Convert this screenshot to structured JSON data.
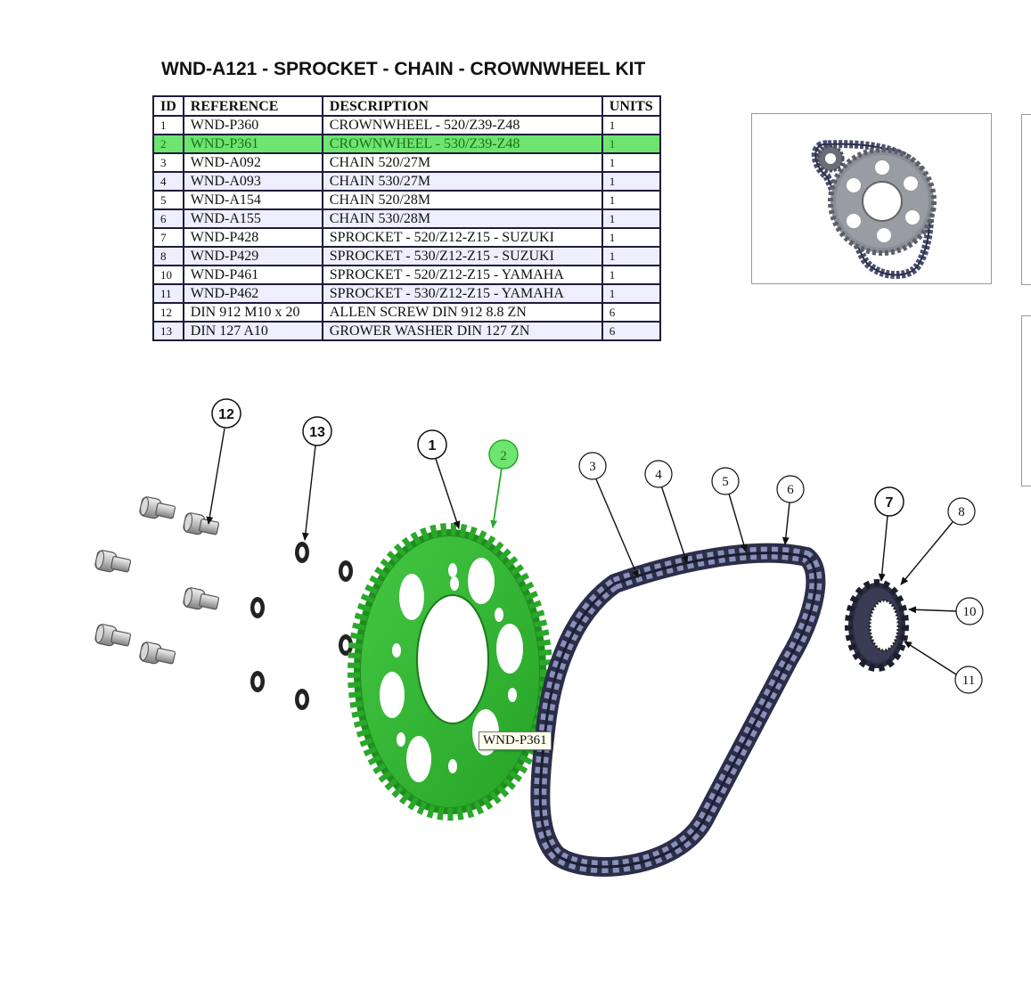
{
  "title": "WND-A121 - SPROCKET - CHAIN - CROWNWHEEL KIT",
  "table": {
    "headers": {
      "id": "ID",
      "reference": "REFERENCE",
      "description": "DESCRIPTION",
      "units": "UNITS"
    },
    "rows": [
      {
        "id": "1",
        "reference": "WND-P360",
        "description": "CROWNWHEEL - 520/Z39-Z48",
        "units": "1"
      },
      {
        "id": "2",
        "reference": "WND-P361",
        "description": "CROWNWHEEL - 530/Z39-Z48",
        "units": "1"
      },
      {
        "id": "3",
        "reference": "WND-A092",
        "description": "CHAIN 520/27M",
        "units": "1"
      },
      {
        "id": "4",
        "reference": "WND-A093",
        "description": "CHAIN 530/27M",
        "units": "1"
      },
      {
        "id": "5",
        "reference": "WND-A154",
        "description": "CHAIN 520/28M",
        "units": "1"
      },
      {
        "id": "6",
        "reference": "WND-A155",
        "description": "CHAIN 530/28M",
        "units": "1"
      },
      {
        "id": "7",
        "reference": "WND-P428",
        "description": "SPROCKET - 520/Z12-Z15 - SUZUKI",
        "units": "1"
      },
      {
        "id": "8",
        "reference": "WND-P429",
        "description": "SPROCKET - 530/Z12-Z15 - SUZUKI",
        "units": "1"
      },
      {
        "id": "10",
        "reference": "WND-P461",
        "description": "SPROCKET - 520/Z12-Z15 - YAMAHA",
        "units": "1"
      },
      {
        "id": "11",
        "reference": "WND-P462",
        "description": "SPROCKET - 530/Z12-Z15 - YAMAHA",
        "units": "1"
      },
      {
        "id": "12",
        "reference": "DIN 912 M10 x 20",
        "description": "ALLEN SCREW DIN 912 8.8 ZN",
        "units": "6"
      },
      {
        "id": "13",
        "reference": "DIN 127 A10",
        "description": "GROWER WASHER DIN 127 ZN",
        "units": "6"
      }
    ]
  },
  "selected_row": "2",
  "tooltip": "WND-P361",
  "balloons": {
    "b12": "12",
    "b13": "13",
    "b1": "1",
    "b2": "2",
    "b3": "3",
    "b4": "4",
    "b5": "5",
    "b6": "6",
    "b7": "7",
    "b8": "8",
    "b10": "10",
    "b11": "11"
  },
  "colors": {
    "highlight": "#4ec94e",
    "sprocket_green": "#2fb52f",
    "chain": "#3a3d5a",
    "row_alt": "#eeeeff"
  }
}
